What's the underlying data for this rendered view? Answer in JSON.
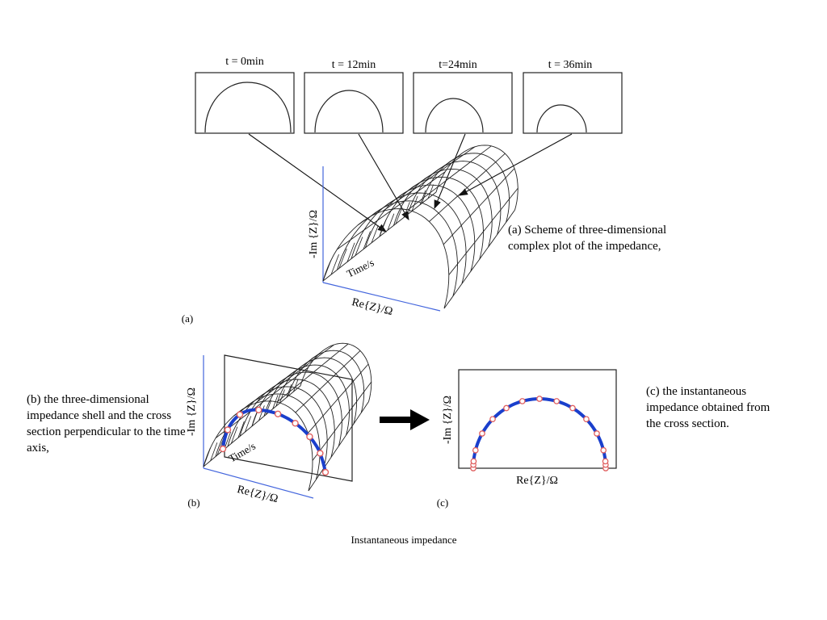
{
  "panel_a": {
    "time_labels": [
      "t = 0min",
      "t = 12min",
      "t=24min",
      "t = 36min"
    ],
    "y_axis_label": "-Im {Z}/Ω",
    "x_axis_label": "Re{Z}/Ω",
    "time_axis_label": "Time/s",
    "panel_label": "(a)",
    "caption_line1": "(a) Scheme of three-dimensional",
    "caption_line2": "complex plot of the impedance,"
  },
  "panel_b": {
    "y_axis_label": "-Im {Z}/Ω",
    "x_axis_label": "Re{Z}/Ω",
    "time_axis_label": "Time/s",
    "panel_label": "(b)",
    "caption": "(b) the three-dimensional impedance shell and the cross section perpendicular to the time axis,"
  },
  "panel_c": {
    "y_axis_label": "-Im {Z}/Ω",
    "x_axis_label": "Re{Z}/Ω",
    "panel_label": "(c)",
    "caption": "(c) the instantaneous impedance obtained from the cross section."
  },
  "footer": {
    "title": "Instantaneous impedance"
  },
  "colors": {
    "axis": "#4466dd",
    "curve": "#1a3fcc",
    "marker": "#e06060",
    "ink": "#222222"
  }
}
